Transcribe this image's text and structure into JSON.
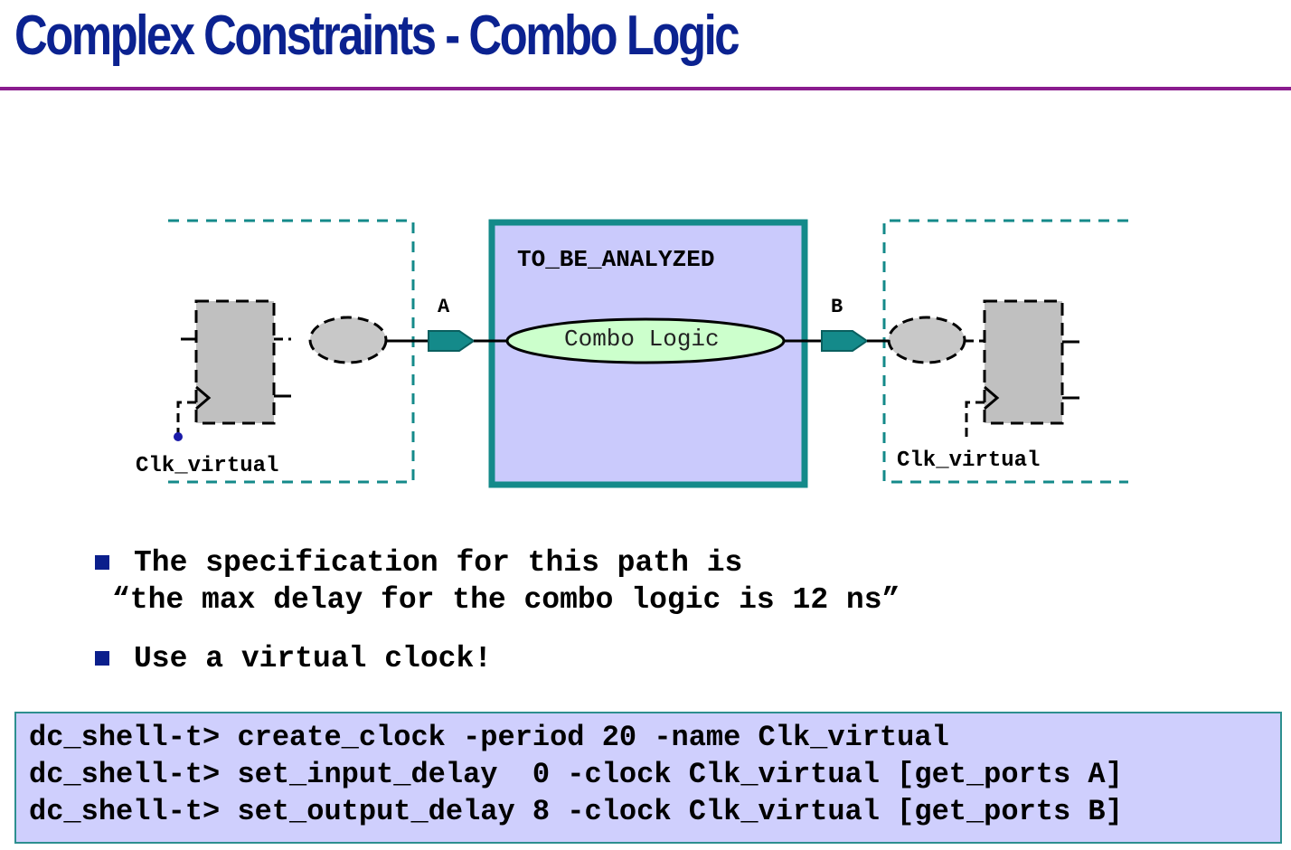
{
  "slide": {
    "title": "Complex Constraints - Combo Logic"
  },
  "diagram": {
    "block_name": "TO_BE_ANALYZED",
    "combo_label": "Combo Logic",
    "port_in": "A",
    "port_out": "B",
    "clk_left": "Clk_virtual",
    "clk_right": "Clk_virtual",
    "colors": {
      "teal": "#148a8a",
      "block_fill": "#cacafc",
      "combo_fill": "#ccffcc",
      "ff_fill": "#c0c0c0"
    }
  },
  "bullets": [
    {
      "line1": "The specification for this path is",
      "line2": "“the max delay for the combo logic is 12 ns”"
    },
    {
      "line1": "Use a virtual clock!"
    }
  ],
  "commands": [
    "dc_shell-t> create_clock -period 20 -name Clk_virtual",
    "dc_shell-t> set_input_delay  0 -clock Clk_virtual [get_ports A]",
    "dc_shell-t> set_output_delay 8 -clock Clk_virtual [get_ports B]"
  ]
}
